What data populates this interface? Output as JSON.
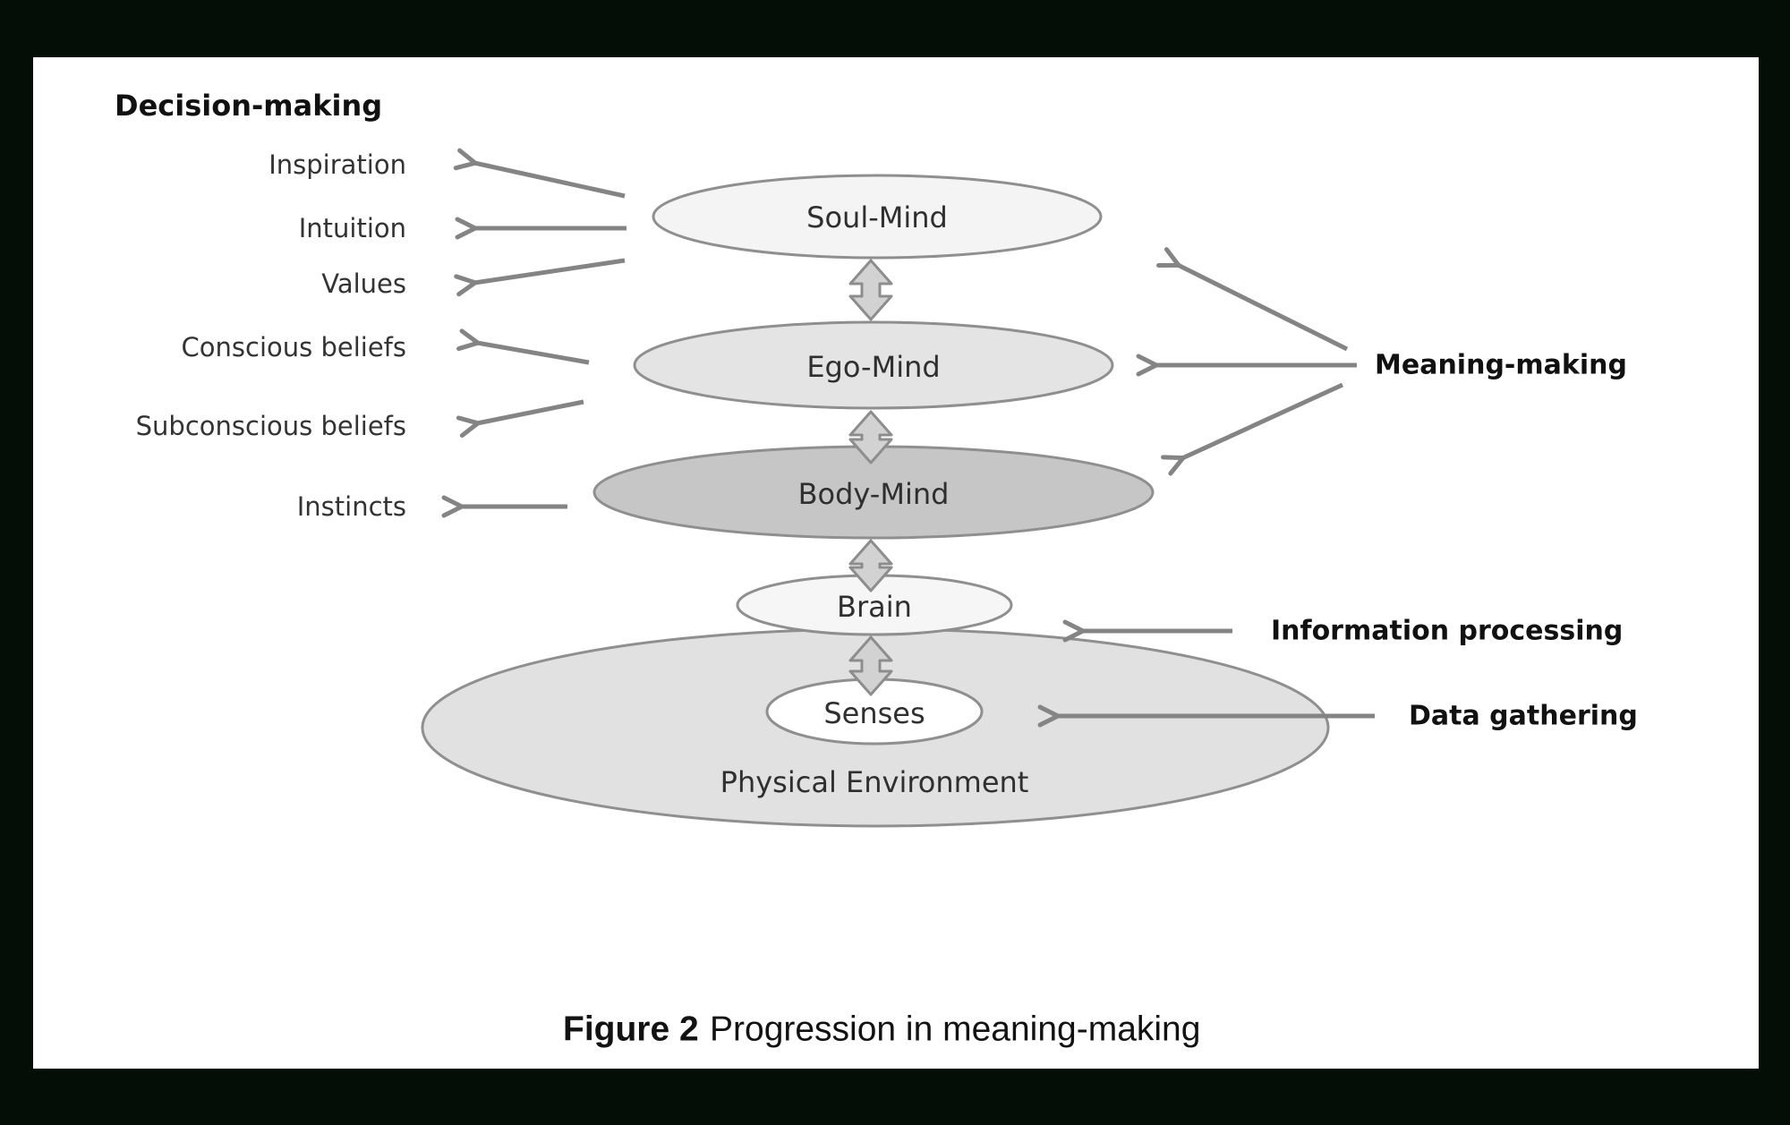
{
  "window": {
    "background": "#050d07",
    "panel": "#ffffff"
  },
  "diagram": {
    "decision_making": {
      "header": "Decision-making",
      "items": [
        "Inspiration",
        "Intuition",
        "Values",
        "Conscious beliefs",
        "Subconscious beliefs",
        "Instincts"
      ]
    },
    "nodes": {
      "soul_mind": "Soul-Mind",
      "ego_mind": "Ego-Mind",
      "body_mind": "Body-Mind",
      "brain": "Brain",
      "senses": "Senses",
      "physical_environment": "Physical Environment"
    },
    "processes": {
      "meaning_making": "Meaning-making",
      "information_processing": "Information processing",
      "data_gathering": "Data gathering"
    },
    "colors": {
      "soul_mind_fill": "#f4f4f5",
      "ego_mind_fill": "#e4e4e5",
      "body_mind_fill": "#c6c6c7",
      "brain_fill": "#f6f6f7",
      "senses_fill": "#ffffff",
      "physical_environment_fill": "#e1e1e2",
      "ellipse_stroke": "#8f8f8f",
      "thin_arrow": "#848484",
      "block_arrow_fill": "#d2d2d2",
      "block_arrow_stroke": "#8d8d8d"
    }
  },
  "caption": {
    "label": "Figure 2",
    "title": "Progression in meaning-making"
  }
}
